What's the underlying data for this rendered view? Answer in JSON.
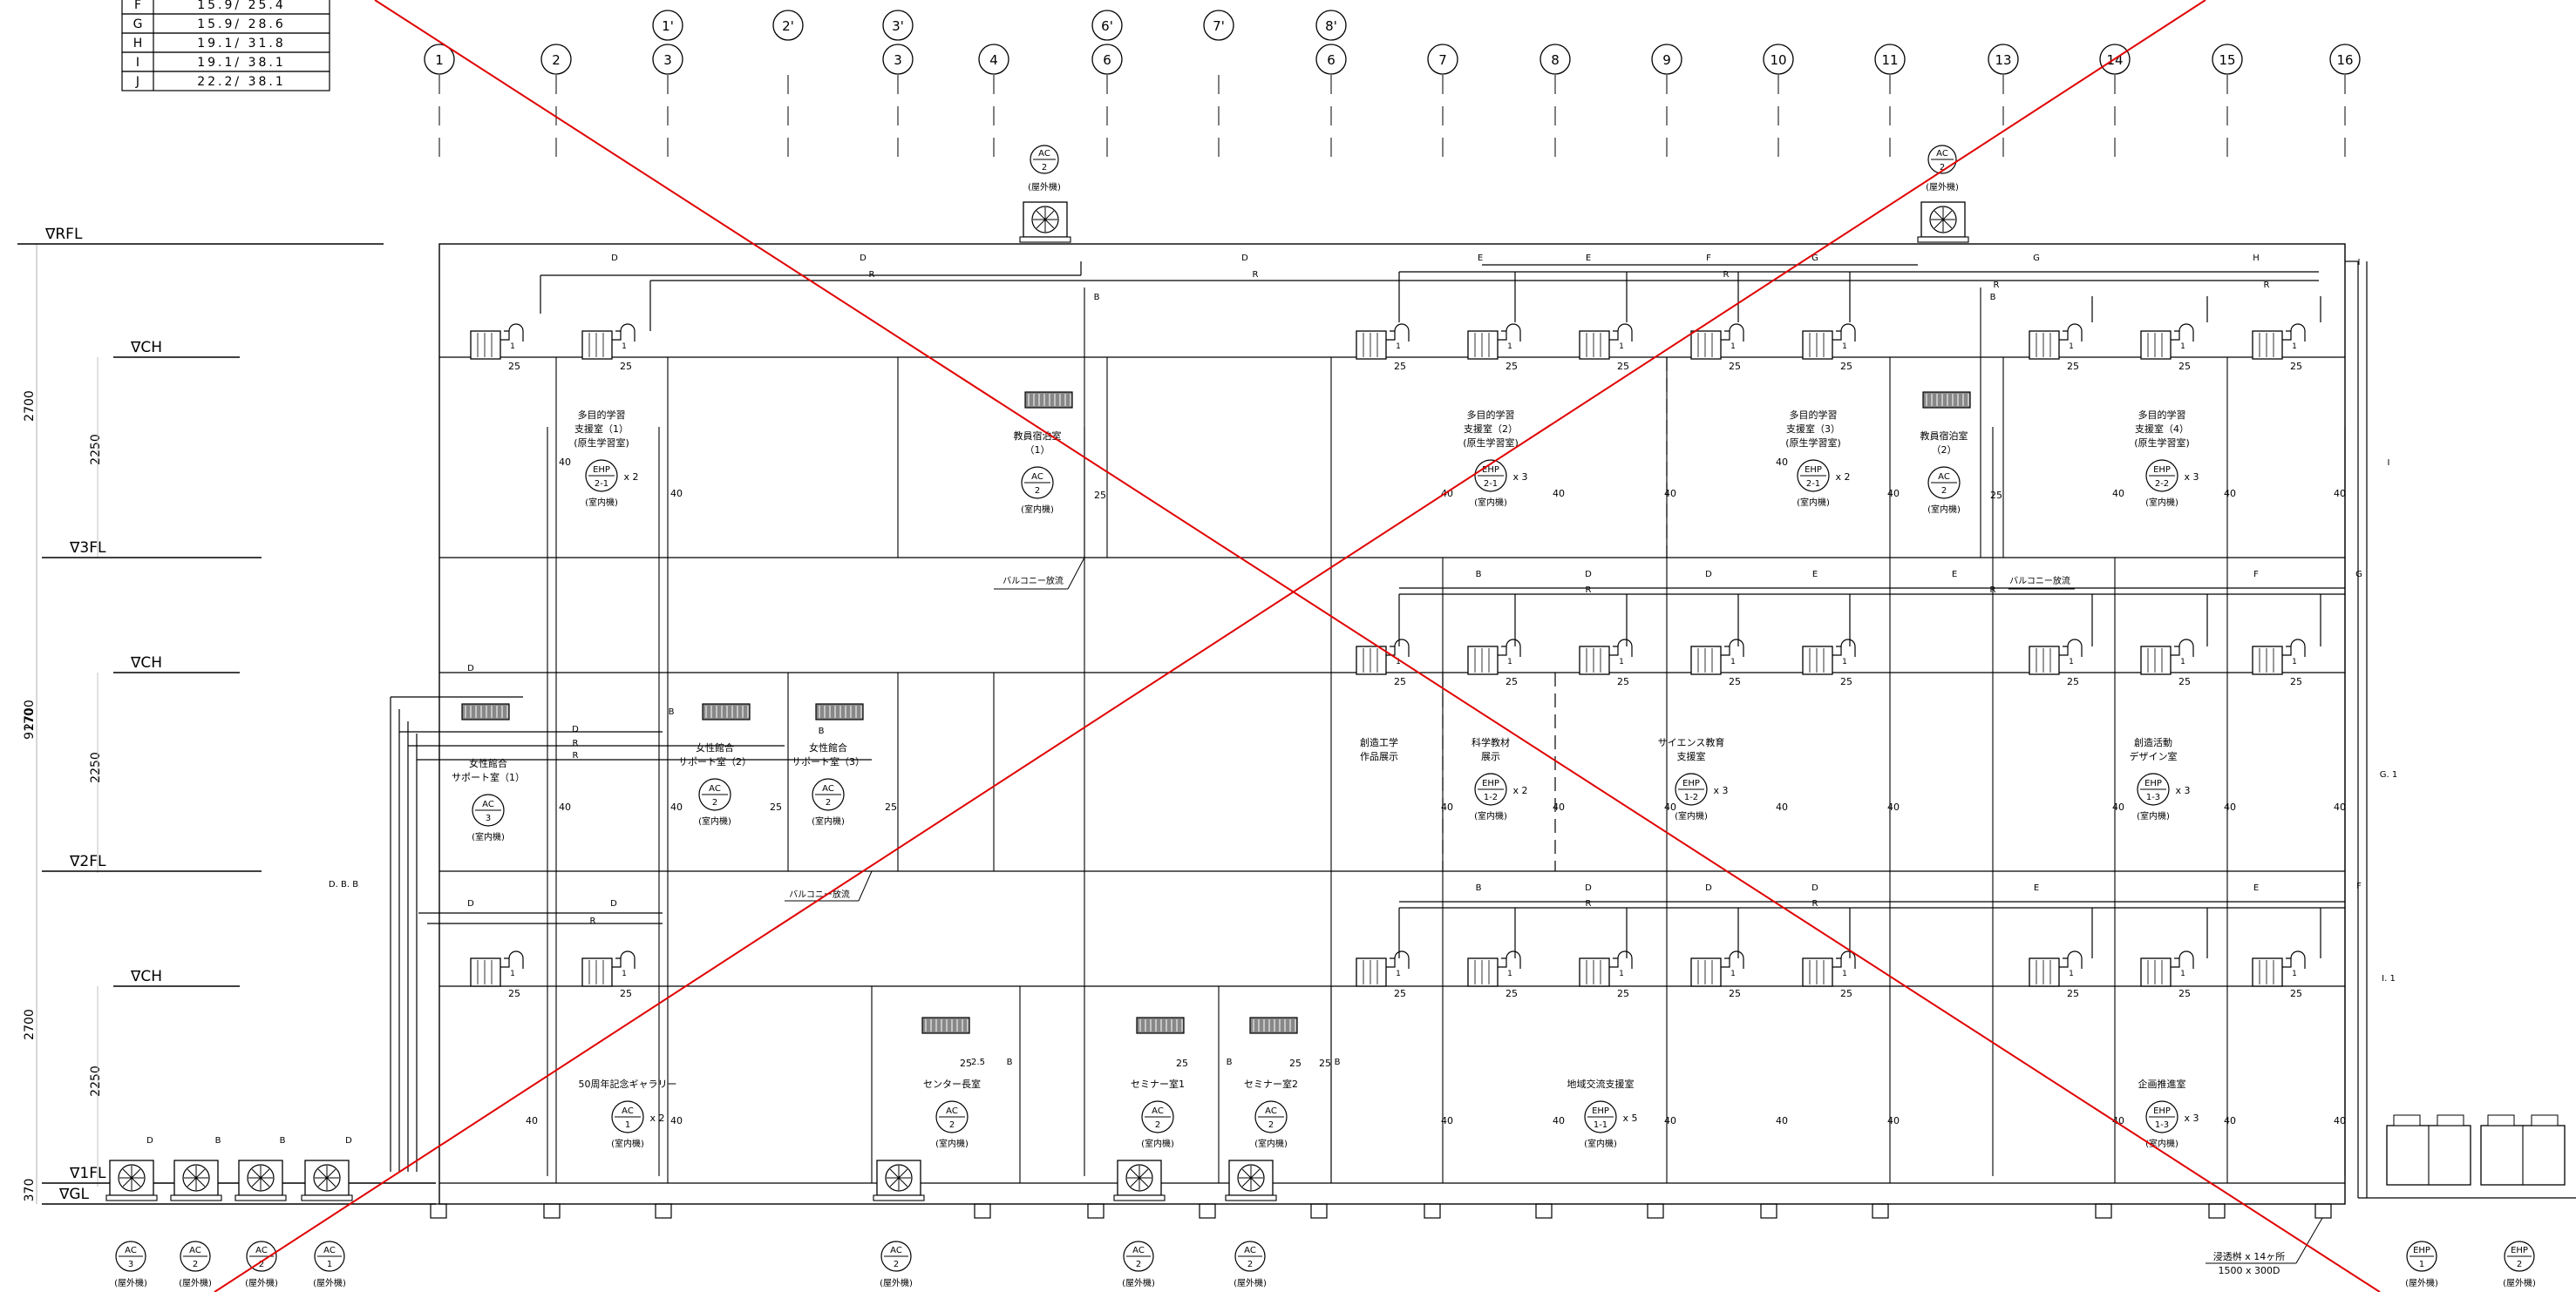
{
  "pipe_table": [
    {
      "code": "F",
      "size": "15.9/ 25.4"
    },
    {
      "code": "G",
      "size": "15.9/ 28.6"
    },
    {
      "code": "H",
      "size": "19.1/ 31.8"
    },
    {
      "code": "I",
      "size": "19.1/ 38.1"
    },
    {
      "code": "J",
      "size": "22.2/ 38.1"
    }
  ],
  "grid_axes": [
    {
      "label": "1",
      "upper": ""
    },
    {
      "label": "2",
      "upper": ""
    },
    {
      "label": "3",
      "upper": "1'"
    },
    {
      "label": "",
      "upper": "2'"
    },
    {
      "label": "3",
      "upper": "3'"
    },
    {
      "label": "4",
      "upper": ""
    },
    {
      "label": "6",
      "upper": "6'"
    },
    {
      "label": "",
      "upper": "7'"
    },
    {
      "label": "6",
      "upper": "8'"
    },
    {
      "label": "7",
      "upper": ""
    },
    {
      "label": "8",
      "upper": ""
    },
    {
      "label": "9",
      "upper": ""
    },
    {
      "label": "10",
      "upper": ""
    },
    {
      "label": "11",
      "upper": ""
    },
    {
      "label": "13",
      "upper": ""
    },
    {
      "label": "14",
      "upper": ""
    },
    {
      "label": "15",
      "upper": ""
    },
    {
      "label": "16",
      "upper": ""
    }
  ],
  "levels": [
    {
      "label": "∇RFL"
    },
    {
      "label": "∇CH"
    },
    {
      "label": "∇3FL"
    },
    {
      "label": "∇CH"
    },
    {
      "label": "∇2FL"
    },
    {
      "label": "∇CH"
    },
    {
      "label": "∇1FL"
    },
    {
      "label": "∇GL"
    }
  ],
  "dimensions": {
    "floor3": "2700",
    "ceiling3": "2250",
    "floor2": "2700",
    "ceiling2": "2250",
    "floor1": "2700",
    "ceiling1": "2250",
    "total": "9170",
    "ground": "370"
  },
  "rooms": [
    {
      "name": "多目的学習\n支援室（1）\n(原生学習室)",
      "equip": "EHP|2-1",
      "count": "x 2"
    },
    {
      "name": "教員宿泊室\n（1）",
      "equip": "AC|2",
      "count": ""
    },
    {
      "name": "多目的学習\n支援室（2）\n(原生学習室)",
      "equip": "EHP|2-1",
      "count": "x 3"
    },
    {
      "name": "多目的学習\n支援室（3）\n(原生学習室)",
      "equip": "EHP|2-1",
      "count": "x 2"
    },
    {
      "name": "教員宿泊室\n（2）",
      "equip": "AC|2",
      "count": ""
    },
    {
      "name": "多目的学習\n支援室（4）\n(原生学習室)",
      "equip": "EHP|2-2",
      "count": "x 3"
    },
    {
      "name": "女性館合\nサポート室（1）",
      "equip": "AC|3",
      "count": ""
    },
    {
      "name": "女性館合\nサポート室（2）",
      "equip": "AC|2",
      "count": ""
    },
    {
      "name": "女性館合\nサポート室（3）",
      "equip": "AC|2",
      "count": ""
    },
    {
      "name": "創造工学\n作品展示",
      "equip": "",
      "count": ""
    },
    {
      "name": "科学教材\n展示",
      "equip": "EHP|1-2",
      "count": "x 2"
    },
    {
      "name": "サイエンス教育\n支援室",
      "equip": "EHP|1-2",
      "count": "x 3"
    },
    {
      "name": "創造活動\nデザイン室",
      "equip": "EHP|1-3",
      "count": "x 3"
    },
    {
      "name": "50周年記念ギャラリー",
      "equip": "AC|1",
      "count": "x 2"
    },
    {
      "name": "センター長室",
      "equip": "AC|2",
      "count": ""
    },
    {
      "name": "セミナー室1",
      "equip": "AC|2",
      "count": ""
    },
    {
      "name": "セミナー室2",
      "equip": "AC|2",
      "count": ""
    },
    {
      "name": "地域交流支援室",
      "equip": "EHP|1-1",
      "count": "x 5"
    },
    {
      "name": "企画推進室",
      "equip": "EHP|1-3",
      "count": "x 3"
    }
  ],
  "labels": {
    "indoor": "(室内機)",
    "outdoor": "(屋外機)",
    "balcony": "バルコニー放流",
    "trench_1": "浸透桝 x 14ヶ所",
    "trench_2": "1500 x 300D"
  },
  "bottom_units": [
    {
      "equip": "AC|3"
    },
    {
      "equip": "AC|2"
    },
    {
      "equip": "AC|2"
    },
    {
      "equip": "AC|1"
    },
    {
      "equip": "AC|2"
    },
    {
      "equip": "AC|2"
    },
    {
      "equip": "AC|2"
    },
    {
      "equip": "EHP|1"
    },
    {
      "equip": "EHP|2"
    }
  ],
  "roof_units": [
    {
      "equip": "AC|2"
    },
    {
      "equip": "AC|2"
    }
  ],
  "pipe_codes": [
    "D",
    "B",
    "E",
    "F",
    "G",
    "H",
    "I",
    "R",
    "G.1",
    "I.1"
  ],
  "duct_sizes": [
    "25",
    "40"
  ],
  "colors": {
    "line": "#000000",
    "dim": "#b0b0b0",
    "cancel": "#e00000"
  }
}
